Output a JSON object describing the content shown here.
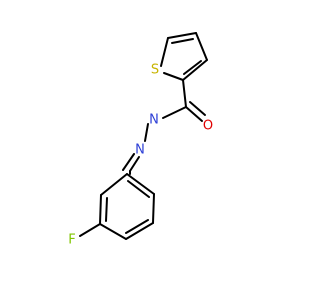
{
  "molecule": {
    "atoms": {
      "sulfur": {
        "symbol": "S",
        "color": "#c8b400"
      },
      "oxygen": {
        "symbol": "O",
        "color": "#e00000"
      },
      "nitrogen_amide": {
        "symbol": "N",
        "color": "#2d3fd6"
      },
      "nitrogen_imine": {
        "symbol": "N",
        "color": "#2d3fd6"
      },
      "fluorine": {
        "symbol": "F",
        "color": "#7fc500"
      }
    },
    "colors": {
      "bond": "#000000",
      "background": "#ffffff"
    }
  }
}
